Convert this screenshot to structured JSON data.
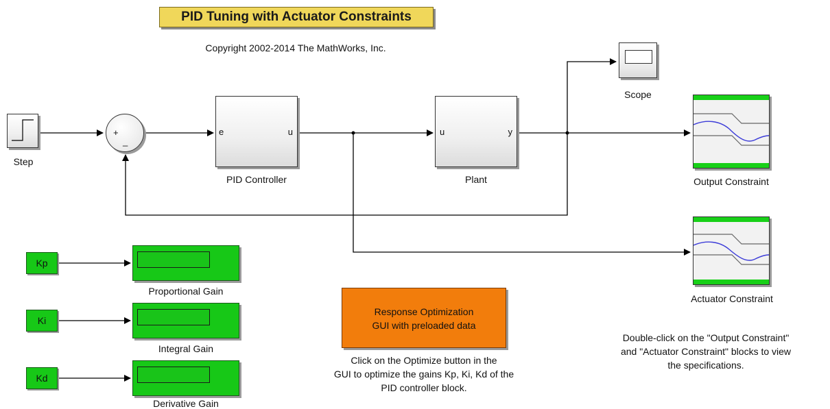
{
  "title": "PID Tuning with Actuator Constraints",
  "copyright": "Copyright 2002-2014 The MathWorks, Inc.",
  "blocks": {
    "step": {
      "label": "Step"
    },
    "sum": {
      "plus": "+",
      "minus": "_"
    },
    "pid": {
      "label": "PID Controller",
      "in_port": "e",
      "out_port": "u"
    },
    "plant": {
      "label": "Plant",
      "in_port": "u",
      "out_port": "y"
    },
    "scope": {
      "label": "Scope"
    },
    "output_constraint": {
      "label": "Output Constraint"
    },
    "actuator_constraint": {
      "label": "Actuator Constraint"
    }
  },
  "gains": [
    {
      "const": "Kp",
      "label": "Proportional Gain"
    },
    {
      "const": "Ki",
      "label": "Integral Gain"
    },
    {
      "const": "Kd",
      "label": "Derivative Gain"
    }
  ],
  "optimization_block": {
    "line1": "Response Optimization",
    "line2": "GUI with preloaded data"
  },
  "notes": {
    "optimize": [
      "Click on the Optimize button in the",
      "GUI to optimize the gains Kp, Ki, Kd of the",
      "PID controller block."
    ],
    "constraints": [
      "Double-click on the \"Output Constraint\"",
      "and \"Actuator Constraint\" blocks to view",
      "the specifications."
    ]
  },
  "colors": {
    "title_bg": "#f0d75a",
    "gain_green": "#17c817",
    "constraint_bar": "#18d018",
    "optimization_orange": "#f27d0c",
    "signal_line": "#000000"
  }
}
